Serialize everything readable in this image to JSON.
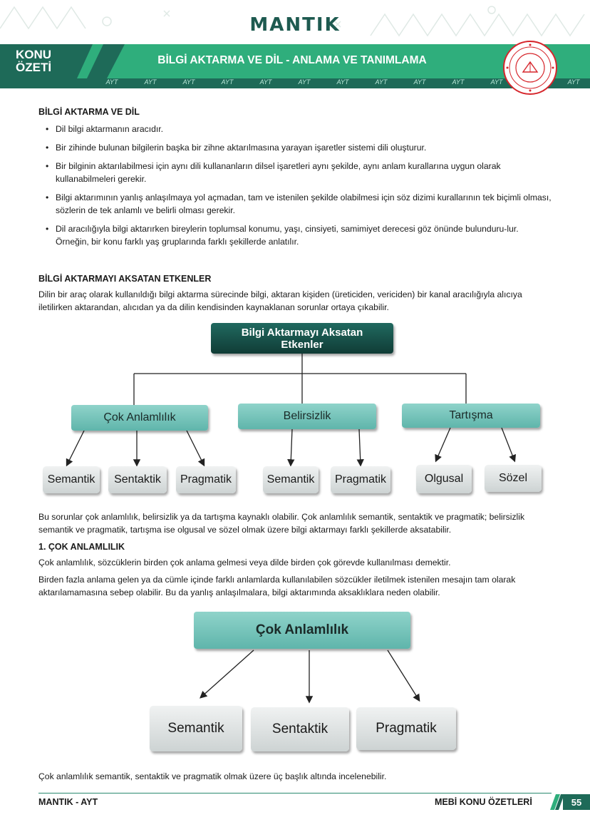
{
  "header": {
    "title": "MANTIK",
    "konu_line1": "KONU",
    "konu_line2": "ÖZETİ",
    "band_title": "BİLGİ AKTARMA VE DİL - ANLAMA VE TANIMLAMA",
    "ayt": [
      "AYT",
      "AYT",
      "AYT",
      "AYT",
      "AYT",
      "AYT",
      "AYT",
      "AYT",
      "AYT",
      "AYT",
      "AYT",
      "AYT",
      "AYT"
    ]
  },
  "section1": {
    "heading": "BİLGİ AKTARMA VE DİL",
    "bullets": [
      "Dil bilgi aktarmanın aracıdır.",
      "Bir zihinde bulunan bilgilerin başka bir zihne aktarılmasına yarayan işaretler sistemi dili oluşturur.",
      "Bir bilginin aktarılabilmesi için aynı dili kullananların dilsel işaretleri aynı şekilde, aynı anlam kurallarına uygun olarak kullanabilmeleri gerekir.",
      "Bilgi aktarımının yanlış anlaşılmaya yol açmadan, tam ve istenilen şekilde olabilmesi için söz dizimi kurallarının tek biçimli olması, sözlerin de tek anlamlı ve belirli olması gerekir.",
      "Dil aracılığıyla bilgi aktarırken bireylerin toplumsal konumu, yaşı, cinsiyeti, samimiyet derecesi göz önünde bulunduru-lur. Örneğin, bir konu farklı yaş gruplarında farklı şekillerde anlatılır."
    ]
  },
  "section2": {
    "heading": "BİLGİ AKTARMAYI AKSATAN ETKENLER",
    "intro": "Dilin bir araç olarak kullanıldığı bilgi aktarma sürecinde bilgi, aktaran kişiden (üreticiden, vericiden) bir kanal aracılığıyla alıcıya iletilirken aktarandan, alıcıdan ya da dilin kendisinden kaynaklanan sorunlar ortaya çıkabilir."
  },
  "diagram1": {
    "root_line1": "Bilgi Aktarmayı Aksatan",
    "root_line2": "Etkenler",
    "mid": [
      "Çok Anlamlılık",
      "Belirsizlik",
      "Tartışma"
    ],
    "leaves": [
      "Semantik",
      "Sentaktik",
      "Pragmatik",
      "Semantik",
      "Pragmatik",
      "Olgusal",
      "Sözel"
    ]
  },
  "section3": {
    "summary": "Bu sorunlar çok anlamlılık, belirsizlik ya da tartışma kaynaklı olabilir. Çok anlamlılık semantik, sentaktik ve pragmatik; belirsizlik semantik ve pragmatik, tartışma ise olgusal ve sözel olmak üzere bilgi aktarmayı farklı şekillerde aksatabilir.",
    "heading": "1. ÇOK ANLAMLILIK",
    "p1": "Çok anlamlılık, sözcüklerin birden çok anlama gelmesi veya dilde birden çok görevde kullanılması demektir.",
    "p2": "Birden fazla anlama gelen ya da cümle içinde farklı anlamlarda kullanılabilen sözcükler iletilmek istenilen mesajın tam olarak aktarılamamasına sebep olabilir. Bu da yanlış anlaşılmalara, bilgi aktarımında aksaklıklara neden olabilir."
  },
  "diagram2": {
    "root": "Çok Anlamlılık",
    "leaves": [
      "Semantik",
      "Sentaktik",
      "Pragmatik"
    ]
  },
  "closing": "Çok anlamlılık semantik, sentaktik ve pragmatik olmak üzere üç başlık altında incelenebilir.",
  "footer": {
    "left": "MANTIK - AYT",
    "right": "MEBİ KONU ÖZETLERİ",
    "page": "55"
  },
  "colors": {
    "brand_green": "#1e6a58",
    "light_green": "#2fb07e",
    "teal_box": "#6fc1b7",
    "dark_box": "#134a43"
  }
}
